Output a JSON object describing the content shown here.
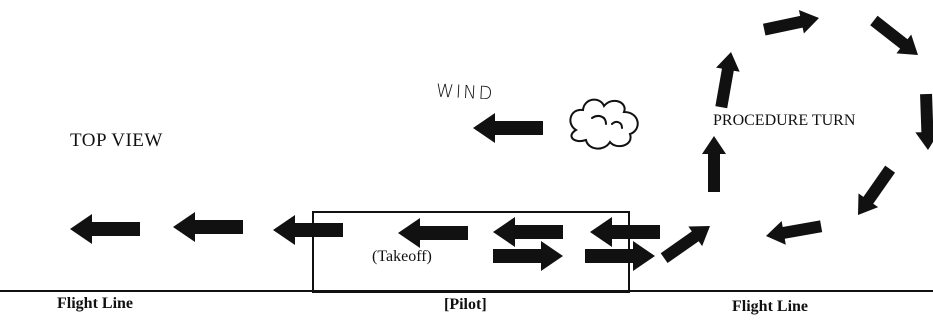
{
  "labels": {
    "wind": "WIND",
    "top_view": "TOP VIEW",
    "procedure_turn": "PROCEDURE TURN",
    "takeoff": "(Takeoff)",
    "flight_line_left": "Flight Line",
    "pilot": "[Pilot]",
    "flight_line_right": "Flight Line"
  },
  "icons": {
    "cloud": "cloud-icon",
    "arrow": "arrow-icon"
  },
  "colors": {
    "ink": "#111111",
    "background": "#ffffff"
  }
}
